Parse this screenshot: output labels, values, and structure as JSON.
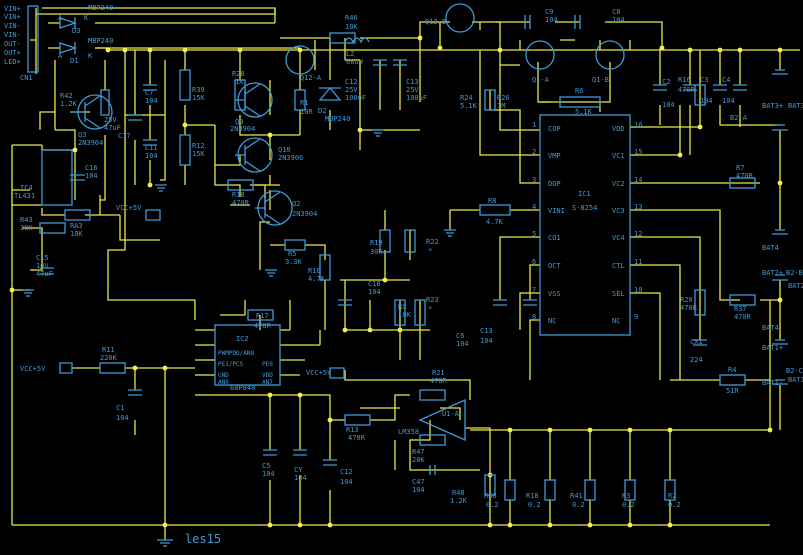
{
  "colors": {
    "background": "#000000",
    "wire": "#e8e84a",
    "component": "#3f9ad8",
    "label": "#3f9ad8",
    "junction": "#f0f050"
  },
  "title": "les15",
  "connector": {
    "ref": "CN1",
    "pins": [
      "VIN+",
      "VIN+",
      "VIN-",
      "VIN-",
      "OUT-",
      "OUT+",
      "LED+"
    ]
  },
  "labels": [
    {
      "id": "d3-part",
      "text": "MBP240"
    },
    {
      "id": "d3-ref",
      "text": "D3"
    },
    {
      "id": "d1-part",
      "text": "MBP240"
    },
    {
      "id": "d1-ref",
      "text": "D1"
    },
    {
      "id": "d1-a",
      "text": "A"
    },
    {
      "id": "d1-k",
      "text": "K"
    },
    {
      "id": "d3-a",
      "text": "A"
    },
    {
      "id": "d3-k",
      "text": "K"
    },
    {
      "id": "r42-ref",
      "text": "R42"
    },
    {
      "id": "r42-val",
      "text": "1.2K"
    },
    {
      "id": "q3-ref",
      "text": "Q3"
    },
    {
      "id": "q3-part",
      "text": "2N3904"
    },
    {
      "id": "c7-ref",
      "text": "C7"
    },
    {
      "id": "c7-val",
      "text": "104"
    },
    {
      "id": "c17-v",
      "text": "25V"
    },
    {
      "id": "c17-val",
      "text": "47uF"
    },
    {
      "id": "c17-ref",
      "text": "C17"
    },
    {
      "id": "c11-ref",
      "text": "C11"
    },
    {
      "id": "c11-val",
      "text": "104"
    },
    {
      "id": "r39-ref",
      "text": "R39"
    },
    {
      "id": "r39-val",
      "text": "15K"
    },
    {
      "id": "r12-ref",
      "text": "R12"
    },
    {
      "id": "r12-val",
      "text": "15K"
    },
    {
      "id": "r28-ref",
      "text": "R28"
    },
    {
      "id": "r28-val",
      "text": "1K"
    },
    {
      "id": "q9-ref",
      "text": "Q9"
    },
    {
      "id": "q9-part",
      "text": "2N3904"
    },
    {
      "id": "q10-ref",
      "text": "Q10"
    },
    {
      "id": "q10-part",
      "text": "2N3906"
    },
    {
      "id": "r18-ref",
      "text": "R18"
    },
    {
      "id": "r18-val",
      "text": "470R"
    },
    {
      "id": "q2-ref",
      "text": "Q2"
    },
    {
      "id": "q2-part",
      "text": "2N3904"
    },
    {
      "id": "r46-ref",
      "text": "R46"
    },
    {
      "id": "r46-val",
      "text": "10K"
    },
    {
      "id": "l2-ref",
      "text": "L2"
    },
    {
      "id": "l2-val",
      "text": "68uH"
    },
    {
      "id": "q12a-ref",
      "text": "Q12-A"
    },
    {
      "id": "r1-ref",
      "text": "R1"
    },
    {
      "id": "r1-val",
      "text": "10R"
    },
    {
      "id": "d2-ref",
      "text": "D2"
    },
    {
      "id": "d2-part",
      "text": "MBP240"
    },
    {
      "id": "c12-ref",
      "text": "C12"
    },
    {
      "id": "c12-v",
      "text": "25V"
    },
    {
      "id": "c12-val",
      "text": "100uF"
    },
    {
      "id": "c13-ref",
      "text": "C13"
    },
    {
      "id": "c13-v",
      "text": "25V"
    },
    {
      "id": "c13-val",
      "text": "100uF"
    },
    {
      "id": "q12b-ref",
      "text": "Q12-B"
    },
    {
      "id": "c9-ref",
      "text": "C9"
    },
    {
      "id": "c9-val",
      "text": "104"
    },
    {
      "id": "c8-ref",
      "text": "C8"
    },
    {
      "id": "c8-val",
      "text": "104"
    },
    {
      "id": "q1a-ref",
      "text": "Q1-A"
    },
    {
      "id": "q1b-ref",
      "text": "Q1-B"
    },
    {
      "id": "r24-ref",
      "text": "R24"
    },
    {
      "id": "r24-val",
      "text": "5.1K"
    },
    {
      "id": "r26-ref",
      "text": "R26"
    },
    {
      "id": "r26-val",
      "text": "1M"
    },
    {
      "id": "r6-ref",
      "text": "R6"
    },
    {
      "id": "r6-val",
      "text": "5.1K"
    },
    {
      "id": "c2-ref",
      "text": "C2"
    },
    {
      "id": "c2-val",
      "text": "104"
    },
    {
      "id": "r16-ref",
      "text": "R16"
    },
    {
      "id": "r16-val",
      "text": "470R"
    },
    {
      "id": "c3-ref",
      "text": "C3"
    },
    {
      "id": "c3-val",
      "text": "104"
    },
    {
      "id": "c4-ref",
      "text": "C4"
    },
    {
      "id": "c4-val",
      "text": "104"
    },
    {
      "id": "b2a",
      "text": "B2-A"
    },
    {
      "id": "ic1-ref",
      "text": "IC1"
    },
    {
      "id": "ic1-part",
      "text": "S-8254"
    },
    {
      "id": "pin-cop",
      "text": "COP"
    },
    {
      "id": "pin-vmp",
      "text": "VMP"
    },
    {
      "id": "pin-dop",
      "text": "DOP"
    },
    {
      "id": "pin-vini",
      "text": "VINI"
    },
    {
      "id": "pin-co1",
      "text": "CO1"
    },
    {
      "id": "pin-oct",
      "text": "OCT"
    },
    {
      "id": "pin-vss",
      "text": "VSS"
    },
    {
      "id": "pin-nc",
      "text": "NC"
    },
    {
      "id": "pin-vdd",
      "text": "VDD"
    },
    {
      "id": "pin-vc1",
      "text": "VC1"
    },
    {
      "id": "pin-vc2",
      "text": "VC2"
    },
    {
      "id": "pin-vc3",
      "text": "VC3"
    },
    {
      "id": "pin-vc4",
      "text": "VC4"
    },
    {
      "id": "pin-ctl",
      "text": "CTL"
    },
    {
      "id": "pin-sel",
      "text": "SEL"
    },
    {
      "id": "pin-nc2",
      "text": "NC"
    },
    {
      "id": "p1",
      "text": "1"
    },
    {
      "id": "p2",
      "text": "2"
    },
    {
      "id": "p3",
      "text": "3"
    },
    {
      "id": "p4",
      "text": "4"
    },
    {
      "id": "p5",
      "text": "5"
    },
    {
      "id": "p6",
      "text": "6"
    },
    {
      "id": "p7",
      "text": "7"
    },
    {
      "id": "p8",
      "text": "8"
    },
    {
      "id": "p9",
      "text": "9"
    },
    {
      "id": "p10",
      "text": "10"
    },
    {
      "id": "p11",
      "text": "11"
    },
    {
      "id": "p12",
      "text": "12"
    },
    {
      "id": "p13",
      "text": "13"
    },
    {
      "id": "p14",
      "text": "14"
    },
    {
      "id": "p15",
      "text": "15"
    },
    {
      "id": "p16",
      "text": "16"
    },
    {
      "id": "r8-ref",
      "text": "R8"
    },
    {
      "id": "r8-val",
      "text": "4.7K"
    },
    {
      "id": "r7-ref",
      "text": "R7"
    },
    {
      "id": "r7-val",
      "text": "470R"
    },
    {
      "id": "r37-ref",
      "text": "R37"
    },
    {
      "id": "r37-val",
      "text": "470R"
    },
    {
      "id": "r20-ref",
      "text": "R20"
    },
    {
      "id": "r20-val",
      "text": "470R"
    },
    {
      "id": "cx1-ref",
      "text": "CX1"
    },
    {
      "id": "cx1-val",
      "text": "224"
    },
    {
      "id": "r4-ref",
      "text": "R4"
    },
    {
      "id": "r4-val",
      "text": "51R"
    },
    {
      "id": "bat1p",
      "text": "BAT1+"
    },
    {
      "id": "bat1",
      "text": "BAT1"
    },
    {
      "id": "bat1m",
      "text": "BAT1-"
    },
    {
      "id": "b2c",
      "text": "B2-C"
    },
    {
      "id": "bat4",
      "text": "BAT4"
    },
    {
      "id": "bat2p",
      "text": "BAT2+"
    },
    {
      "id": "bat2",
      "text": "BAT2"
    },
    {
      "id": "b2b",
      "text": "B2-B"
    },
    {
      "id": "bat4b",
      "text": "BAT4"
    },
    {
      "id": "bat3p",
      "text": "BAT3+"
    },
    {
      "id": "bat3",
      "text": "BAT3"
    },
    {
      "id": "ic4-ref",
      "text": "IC4"
    },
    {
      "id": "ic4-part",
      "text": "TL431"
    },
    {
      "id": "c16-ref",
      "text": "C16"
    },
    {
      "id": "c16-val",
      "text": "104"
    },
    {
      "id": "r43-ref",
      "text": "R43"
    },
    {
      "id": "r43-val",
      "text": "30K"
    },
    {
      "id": "ra3-ref",
      "text": "RA3"
    },
    {
      "id": "ra3-val",
      "text": "10K"
    },
    {
      "id": "c15-ref",
      "text": "C15"
    },
    {
      "id": "c15-v",
      "text": "10V"
    },
    {
      "id": "c15-val",
      "text": "47uF"
    },
    {
      "id": "vcc5-a",
      "text": "VCC+5V"
    },
    {
      "id": "r19-ref",
      "text": "R19"
    },
    {
      "id": "r19-val",
      "text": "30K"
    },
    {
      "id": "r22-ref",
      "text": "R22"
    },
    {
      "id": "r22-val",
      "text": "*"
    },
    {
      "id": "r5-ref",
      "text": "R5"
    },
    {
      "id": "r5-val",
      "text": "3.3K"
    },
    {
      "id": "r10-ref",
      "text": "R10"
    },
    {
      "id": "r10-val",
      "text": "4.7K"
    },
    {
      "id": "c18-ref",
      "text": "C18"
    },
    {
      "id": "c18-val",
      "text": "104"
    },
    {
      "id": "rx-ref",
      "text": "RX"
    },
    {
      "id": "rx-val",
      "text": "10K"
    },
    {
      "id": "r23-ref",
      "text": "R23"
    },
    {
      "id": "r23-val",
      "text": "*"
    },
    {
      "id": "c6-ref",
      "text": "C6"
    },
    {
      "id": "c6-val",
      "text": "104"
    },
    {
      "id": "c13b-ref",
      "text": "C13"
    },
    {
      "id": "c13b-val",
      "text": "104"
    },
    {
      "id": "r17-ref",
      "text": "R17"
    },
    {
      "id": "r17-val",
      "text": "470R"
    },
    {
      "id": "ic2-ref",
      "text": "IC2"
    },
    {
      "id": "ic2-part",
      "text": "68P848"
    },
    {
      "id": "ic2-p1",
      "text": "PWMPDD/AN8"
    },
    {
      "id": "ic2-p2",
      "text": "PE1/PCS"
    },
    {
      "id": "ic2-p3",
      "text": "GND"
    },
    {
      "id": "ic2-p4",
      "text": "AN0"
    },
    {
      "id": "ic2-p5",
      "text": "AN7"
    },
    {
      "id": "ic2-p6",
      "text": "VDD"
    },
    {
      "id": "ic2-p7",
      "text": "PE0"
    },
    {
      "id": "ic2-p8",
      "text": ""
    },
    {
      "id": "r11-ref",
      "text": "R11"
    },
    {
      "id": "r11-val",
      "text": "220K"
    },
    {
      "id": "vcc5-b",
      "text": "VCC+5V"
    },
    {
      "id": "vcc5-c",
      "text": "VCC+5V"
    },
    {
      "id": "c1-ref",
      "text": "C1"
    },
    {
      "id": "c1-val",
      "text": "104"
    },
    {
      "id": "c5-ref",
      "text": "C5"
    },
    {
      "id": "c5-val",
      "text": "104"
    },
    {
      "id": "cy-ref",
      "text": "CY"
    },
    {
      "id": "cy-val",
      "text": "104"
    },
    {
      "id": "c12b-ref",
      "text": "C12"
    },
    {
      "id": "c12b-val",
      "text": "104"
    },
    {
      "id": "r21-ref",
      "text": "R21"
    },
    {
      "id": "r21-val",
      "text": "470R"
    },
    {
      "id": "r13-ref",
      "text": "R13"
    },
    {
      "id": "r13-val",
      "text": "470R"
    },
    {
      "id": "lm358",
      "text": "LM358"
    },
    {
      "id": "u1a",
      "text": "U1-A"
    },
    {
      "id": "r47-ref",
      "text": "R47"
    },
    {
      "id": "r47-val",
      "text": "20K"
    },
    {
      "id": "c47-ref",
      "text": "C47"
    },
    {
      "id": "c47-val",
      "text": "104"
    },
    {
      "id": "r48-ref",
      "text": "R48"
    },
    {
      "id": "r48-val",
      "text": "1.2K"
    },
    {
      "id": "r40-ref",
      "text": "R40"
    },
    {
      "id": "r40-val",
      "text": "0.2"
    },
    {
      "id": "r18b-ref",
      "text": "R18"
    },
    {
      "id": "r18b-val",
      "text": "0.2"
    },
    {
      "id": "r41-ref",
      "text": "R41"
    },
    {
      "id": "r41-val",
      "text": "0.2"
    },
    {
      "id": "r3-ref",
      "text": "R3"
    },
    {
      "id": "r3-val",
      "text": "0.2"
    },
    {
      "id": "r2-ref",
      "text": "R2"
    },
    {
      "id": "r2-val",
      "text": "0.2"
    }
  ]
}
